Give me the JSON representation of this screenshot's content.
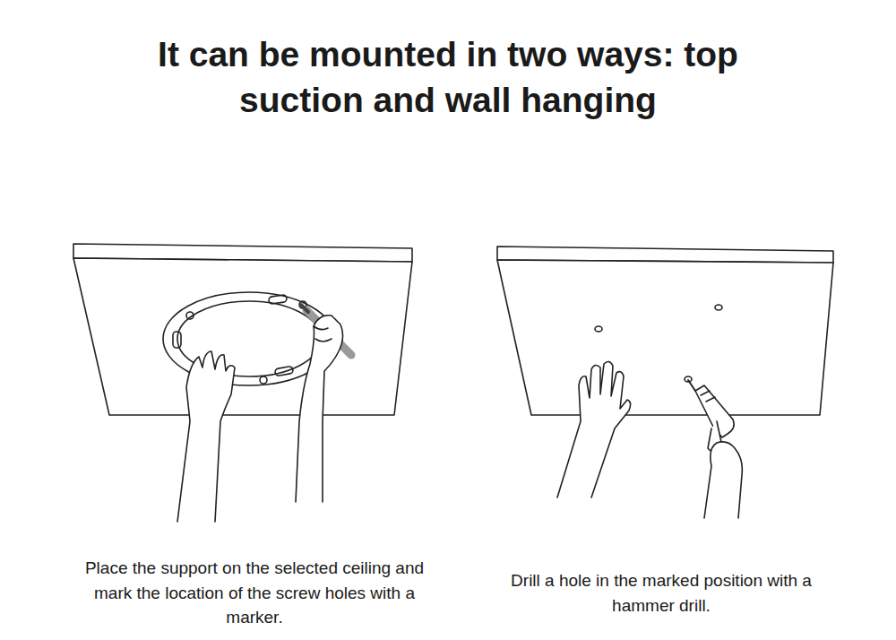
{
  "diagram": {
    "title": "It can be mounted in two ways: top suction and wall hanging",
    "labels": [
      "Place the support on the selected ceiling and mark the location of the screw holes with a marker.",
      "Drill a hole in the marked position with a hammer drill."
    ]
  }
}
